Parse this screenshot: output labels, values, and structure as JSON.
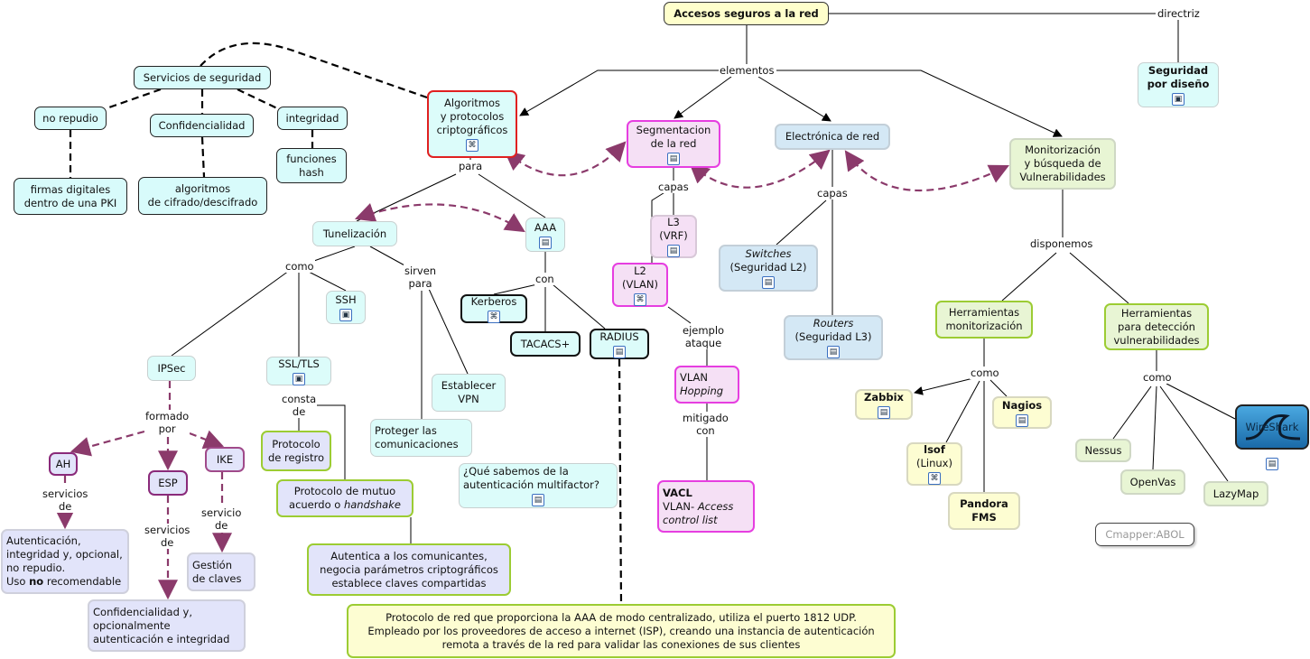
{
  "title": "Accesos seguros a la red",
  "link_labels": {
    "directriz": "directriz",
    "elementos": "elementos",
    "para": "para",
    "como_tunel": "como",
    "sirven_para": "sirven\npara",
    "con": "con",
    "consta_de": "consta\nde",
    "formado_por": "formado\npor",
    "servicios_de_ah": "servicios\nde",
    "servicios_de_esp": "servicios\nde",
    "servicio_de_ike": "servicio\nde",
    "capas_seg": "capas",
    "capas_elec": "capas",
    "ejemplo_ataque": "ejemplo\nataque",
    "mitigado_con": "mitigado\ncon",
    "disponemos": "disponemos",
    "como_mon": "como",
    "como_vuln": "como"
  },
  "nodes": {
    "seguridad_diseno": "Seguridad\npor diseño",
    "servicios_seguridad": "Servicios de seguridad",
    "no_repudio": "no repudio",
    "confidencialidad": "Confidencialidad",
    "integridad": "integridad",
    "funciones_hash": "funciones\nhash",
    "firmas": "firmas digitales\ndentro de una PKI",
    "algoritmos_cifrado": "algoritmos\nde cifrado/descifrado",
    "algoritmos": "Algoritmos\ny protocolos\ncriptográficos",
    "segmentacion": "Segmentacion\nde la red",
    "electronica": "Electrónica de red",
    "monitorizacion": "Monitorización\ny búsqueda de\nVulnerabilidades",
    "tunelizacion": "Tunelización",
    "aaa": "AAA",
    "ssh": "SSH",
    "kerberos": "Kerberos",
    "tacacs": "TACACS+",
    "radius": "RADIUS",
    "ipsec": "IPSec",
    "ssl_tls": "SSL/TLS",
    "establecer_vpn": "Establecer\nVPN",
    "proteger": "Proteger las\ncomunicaciones",
    "ah": "AH",
    "esp": "ESP",
    "ike": "IKE",
    "protocolo_registro": "Protocolo\nde registro",
    "handshake_prefix": "Protocolo de mutuo\nacuerdo o ",
    "handshake_italic": "handshake",
    "mfa": "¿Qué sabemos de la\nautenticación multifactor?",
    "ah_desc_prefix": "Autenticación,\nintegridad y, opcional,\nno repudio.\nUso ",
    "ah_desc_bold": "no",
    "ah_desc_suffix": " recomendable",
    "gestion_claves": "Gestión\nde claves",
    "esp_desc": "Confidencialidad y,\nopcionalmente\nautenticación e integridad",
    "autentica": "Autentica a los comunicantes,\nnegocia parámetros criptográficos\nestablece claves compartidas",
    "radius_desc": "Protocolo de red que proporciona la AAA de modo centralizado, utiliza el puerto 1812 UDP.\nEmpleado por los proveedores de acceso a internet (ISP), creando una instancia de autenticación\nremota a través de la red para validar las conexiones de sus clientes",
    "l3": "L3\n(VRF)",
    "l2": "L2\n(VLAN)",
    "vlan_hopping_prefix": "VLAN",
    "vlan_hopping_italic": "Hopping",
    "vacl_bold": "VACL",
    "vacl_prefix": "VLAN- ",
    "vacl_italic": "Access\ncontrol list",
    "switches_italic": "Switches",
    "switches_suffix": "(Seguridad L2)",
    "routers_italic": "Routers",
    "routers_suffix": "(Seguridad L3)",
    "herr_mon": "Herramientas\nmonitorización",
    "herr_vuln": "Herramientas\npara detección\nvulnerabilidades",
    "zabbix": "Zabbix",
    "nagios": "Nagios",
    "lsof_bold": "lsof",
    "lsof_suffix": "(Linux)",
    "pandora": "Pandora\nFMS",
    "nessus": "Nessus",
    "openvas": "OpenVas",
    "lazymap": "LazyMap",
    "wireshark": "WireShark",
    "cmapper": "Cmapper:ABOL"
  },
  "icons": {
    "doc": "resource-document-icon",
    "image": "image-icon",
    "cmap": "cmap-link-icon"
  },
  "colors": {
    "link_purple": "#8b3a6b",
    "title_fill": "#ffffcc",
    "crypto_border": "#e02020",
    "segment_border": "#e63ee0",
    "green_border": "#9ccc33"
  }
}
